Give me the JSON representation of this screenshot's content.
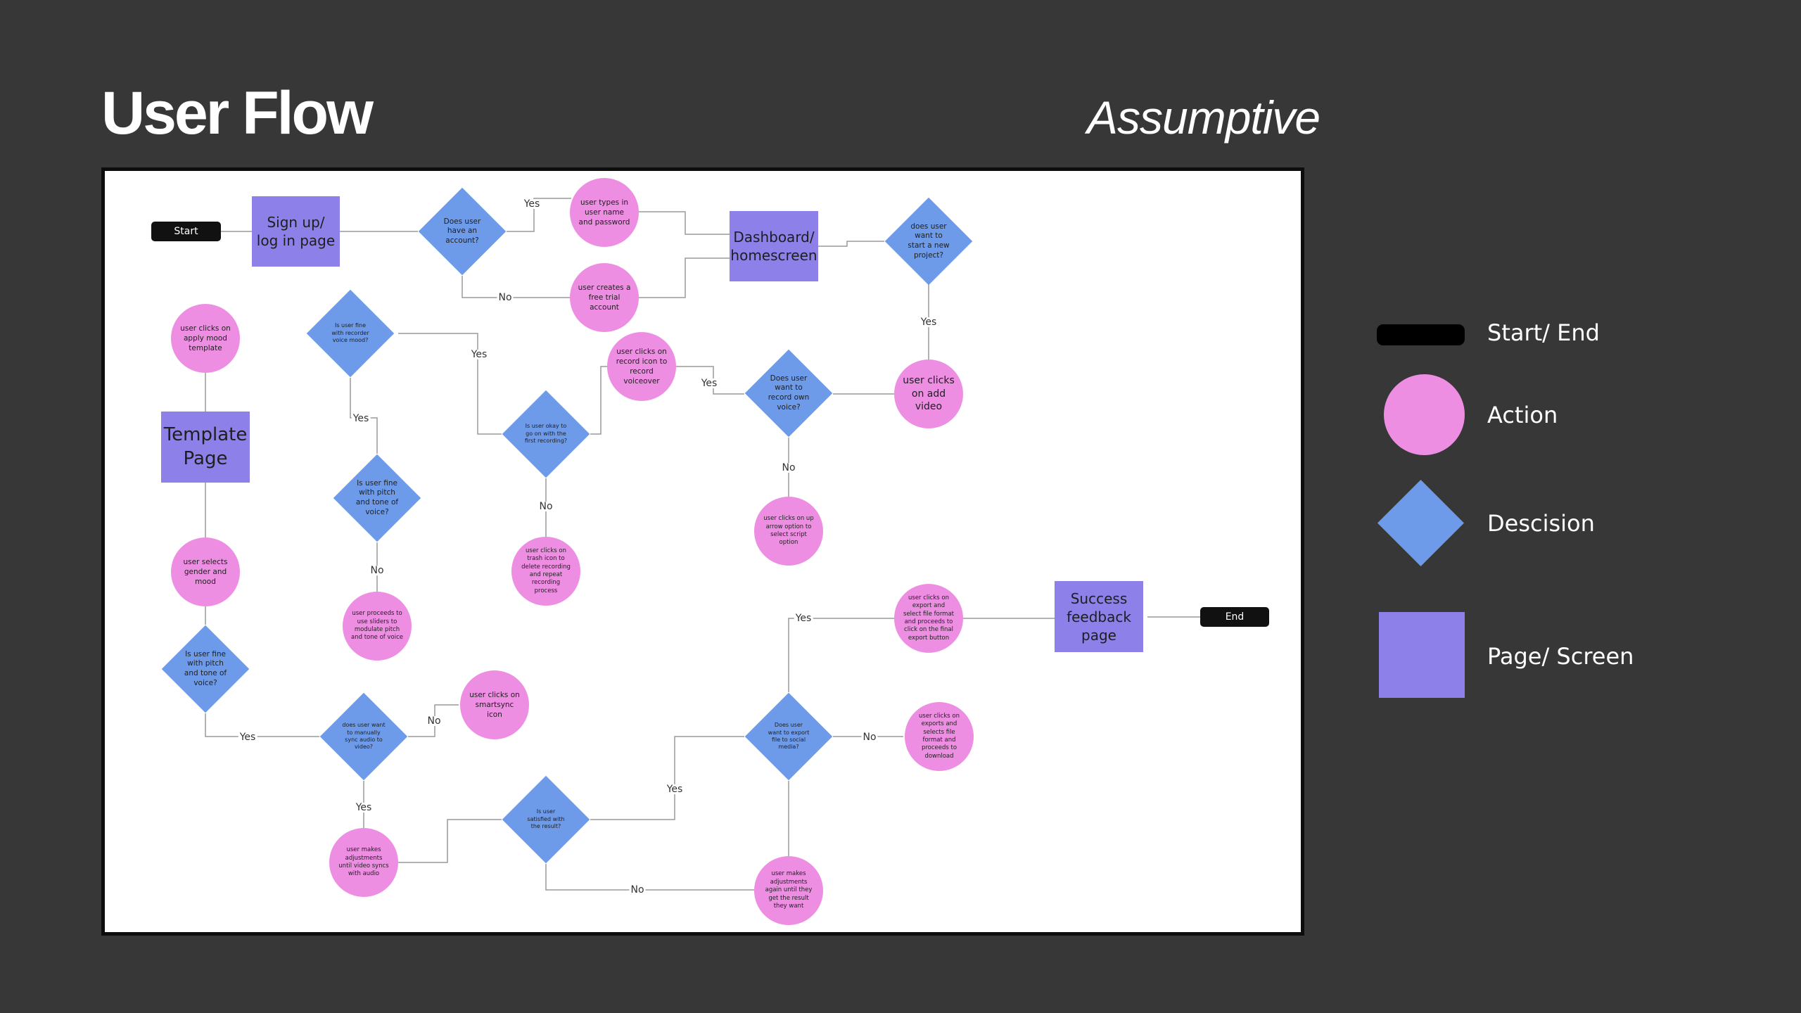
{
  "header": {
    "title": "User Flow",
    "subtitle": "Assumptive"
  },
  "colors": {
    "background": "#373737",
    "action": "#ee8ee3",
    "decision": "#6d9bea",
    "page": "#8d80e8",
    "terminal": "#111111"
  },
  "legend": [
    {
      "shape": "pill",
      "label": "Start/ End"
    },
    {
      "shape": "circle",
      "label": "Action"
    },
    {
      "shape": "diamond",
      "label": "Descision"
    },
    {
      "shape": "square",
      "label": "Page/ Screen"
    }
  ],
  "nodes": {
    "start": "Start",
    "signup": "Sign up/ log in page",
    "has_account": "Does user have an account?",
    "types_credentials": "user types in user name and password",
    "creates_trial": "user creates a free trial account",
    "dashboard": "Dashboard/ homescreen",
    "new_project": "does user want to start a new project?",
    "add_video": "user clicks on add video",
    "record_own_voice": "Does user want to record own voice?",
    "record_icon": "user clicks on record icon to record voiceover",
    "arrow_option": "user clicks on up arrow option to select script option",
    "okay_first_recording": "Is user okay to go on with the first recording?",
    "trash_icon": "user clicks on trash icon to delete recording and repeat recording process",
    "fine_recorded_mood": "Is user fine with recorder voice mood?",
    "fine_pitch_tone_1": "Is user fine with pitch and tone of voice?",
    "sliders": "user proceeds to use sliders to modulate pitch and tone of voice",
    "apply_mood_template": "user clicks on apply mood template",
    "template_page": "Template Page",
    "selects_gender_mood": "user selects gender and mood",
    "fine_pitch_tone_2": "Is user fine with pitch and tone of voice?",
    "manual_sync": "does user want to manually sync audio to video?",
    "smartsync": "user clicks on smartsync icon",
    "adjust_sync": "user makes adjustments until video syncs with audio",
    "satisfied": "Is user satisfied with the result?",
    "adjust_again": "user makes adjustments again until they get the result they want",
    "export_social": "Does user want to export file to social media?",
    "export_download": "user clicks on exports and selects file format and proceeds to download",
    "export_social_action": "user clicks on export and select file format and proceeds to click on the final export button",
    "success_page": "Success feedback page",
    "end": "End"
  },
  "edge_labels": {
    "yes_has_account": "Yes",
    "no_has_account": "No",
    "yes_new_project": "Yes",
    "yes_record_own": "Yes",
    "no_record_own": "No",
    "yes_mood": "Yes",
    "yes_okay": "Yes",
    "no_okay": "No",
    "no_pitch1": "No",
    "yes_pitch2": "Yes",
    "no_manual": "No",
    "yes_manual": "Yes",
    "yes_satisfied": "Yes",
    "no_satisfied": "No",
    "yes_export": "Yes",
    "no_export": "No"
  }
}
